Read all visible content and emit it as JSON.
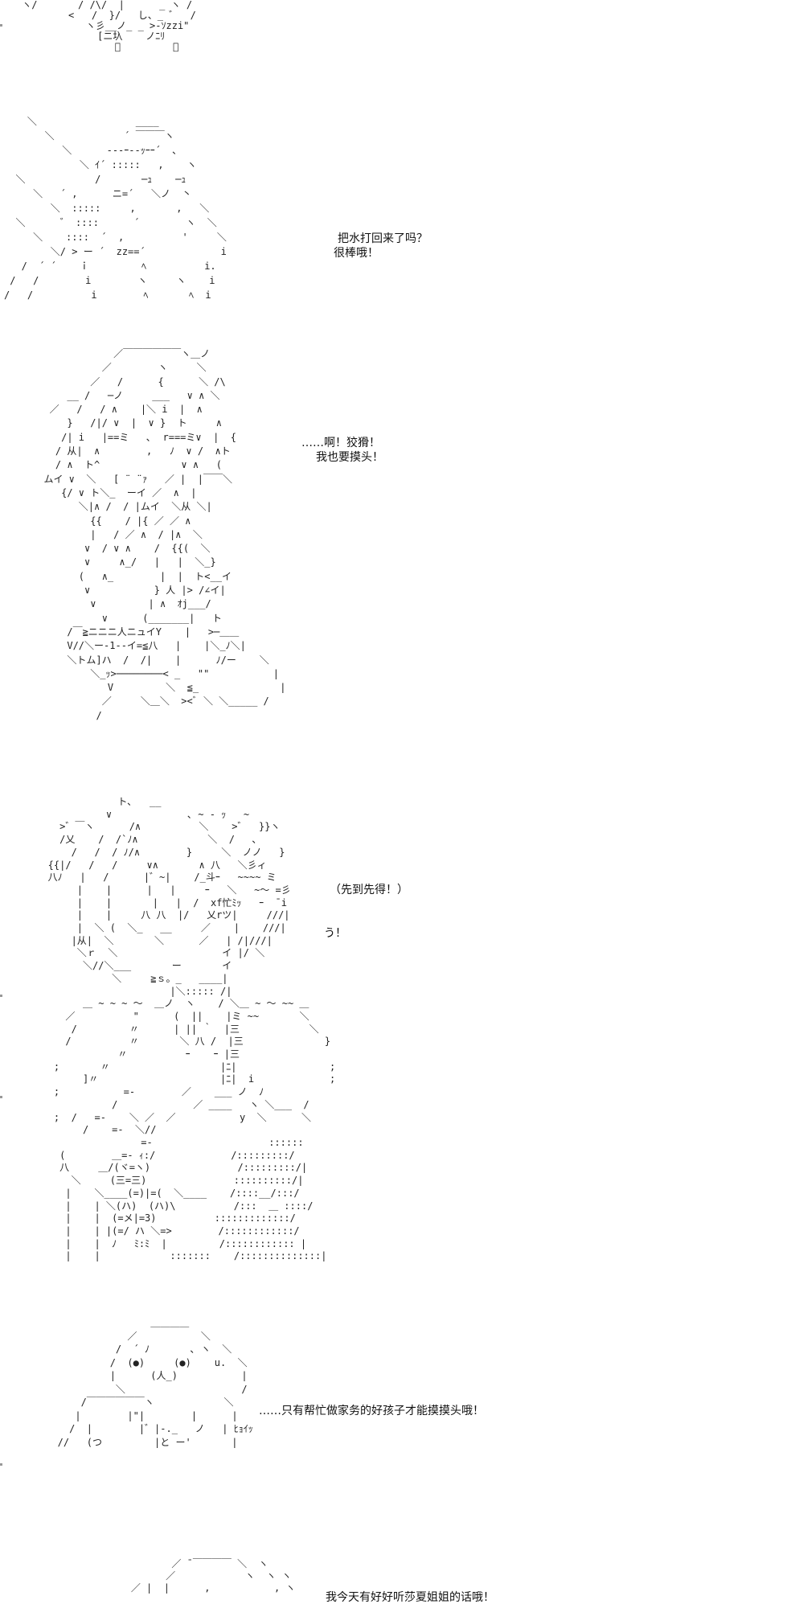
{
  "panels": [
    {
      "id": "panel-1",
      "art": " ヽ/       / /\\/  |      _ ヽ /\n         <   /  }/   し、_ ゛  /\n            ヽ彡__ノ_ _ >-ｿzzi\"\n              [ニ圦    ノﾆﾘ\n                 ﾟ         ﾟ"
    },
    {
      "id": "panel-2",
      "art": "    ＼                 ____\n       ＼            ´ ￣￣￣ヽ\n          ＼      ---ｰ--ｯｰｰ´  ､\n             ＼ ｲ´ :::::   ,    ヽ\n  ＼            /       ─ｭ    ─ｭ\n     ＼   ´ ,      ニ=´   ＼ノ  丶\n        ＼  :::::     ,       ,   ＼\n  ＼      ゛ ::::      ´        ヽ  ＼\n     ＼    ::::  ´  ,          '     ＼\n        ＼/ > ー ´  zz==´             i\n   /  ´ ´    ｉ         ﾍ          i.\n /   /        i        ヽ     ヽ    i\n/   /          i        ﾍ       ﾍ  i",
      "lines": [
        "把水打回来了吗？",
        "很棒哦！"
      ]
    },
    {
      "id": "panel-3",
      "art": "              ／￣￣￣￣￣￣ヽ＿ノ\n            ／        ヽ     ＼\n          ／   /      {      ＼ /\\\n      __ /   ─ノ     ___   ∨ ∧ ＼\n   ／   /   / ∧    |＼ i  |  ∧\n      }   /|/ ∨  |  ∨ }  ト     ∧\n     /| i   |==ミ   ､  r===ミ∨  |  {\n    / 从|  ∧        ,   ﾉ  ∨ /  ∧ト\n    / ∧  ト^              ∨ ∧   (\n  ムイ ∨  ＼   [ ¨ ¨ｧ   ／ |  |￣￣＼\n     {/ ∨ ト＼_  ーイ ／  ∧  |\n        ＼|∧ /  / |ムイ  ＼从 ＼|\n          {{    / |{ ／ ／ ∧\n          |   / ／ ∧  / |∧  ＼\n         ∨  / ∨ ∧    /  {{(  ＼\n         ∨     ∧_/   |   |  ＼_}\n        (   ∧_        |  |  ト<__イ\n         ∨           } 人 |> /∠イ|\n          ∨         | ∧  ｵj___/\n            ∨      (_______|   ト\n      /￣≧ニニニ人ニュイY    |   >─＿＿\n      V//＼ー-1--イ=≦八   |    |＼_ﾉ＼|\n      ＼トム]ハ  /  /|    |      ﾉ/ー    ＼\n          ＼_ｯ>────────< _   \"\"           |\n             V         ＼  ≦_              |\n            ／     ＼＿＼  ><ﾞ ＼ ＼_____ /\n           /",
      "lines": [
        "……啊！狡猾！",
        "我也要摸头！"
      ]
    },
    {
      "id": "panel-4",
      "art": "               ト､   __\n             ∨             ､ ~ - ｯ   ~\n     >゛￣ヽ      /∧          ＼    >゛  }}ヽ\n     /乂    /  /`ﾉ∧            ＼  /   ､\n       /   /  / ﾉ/∧        }     ＼  ノノ   }\n   {{|/   /   /     ∨∧       ∧ 八   ＼彡ィ\n   八ﾉ   |   /      |゛~|    /_斗ｰ   ~~~~ ミ\n        |    |      |   |     ｰ   ＼   ~～ =彡\n        |    |       |   |  /  xf忙ﾐｯ   ｰ  ̄ i\n        |    |     八 八  |/   乂rツ|     ///|\n        |  ＼ (  ＼_   __     ／    |    ///|\n       |从|  ＼       ＼      ／   | /|///|\n        ＼ｒ  ＼                  イ |/ ＼\n         ＼//＼___       ー       イ\n              ＼     ≧ｓ。_   ____|\n                        |＼::::: /|\n         ＿ ~ ~ ~ ～  ＿ノ  ヽ    / ＼＿ ~ ～ ~~ ＿\n      ／          \"      (  ||    |ミ ~~       ＼\n       /         〃      | || ｀  |三            ＼\n      /          〃       ＼ 八 /  |三              }\n               〃          ｰ    ｰ |三\n    ;       〃                   |ﾆ|                ;\n         ]〃                     |ﾆ|  i             ;\n    ;           =-        ／    ___ ノ  ﾉ\n              /             ／ ____   ヽ ＼___  /\n    ;  /   =-    ＼ ／  ／           y  ＼      ＼\n         /    =-  ＼//\n                   =-                    ::::::\n     (        ＿=- ｨ:/             /:::::::::/\n     八     ＿/(ヾ=ヽ)               /:::::::::/|\n       ＼     (三=三)               ::::::::::/|\n      |    ＼____(=)|=(  ＼____    /::::__/:::/\n      |    | ＼(ハ)  (ハ)\\          /:::  ＿ ::::/\n      |    |  (=メ|=3)          :::::::::::::/\n      |    | |(=/ ハ ＼=>        /::::::::::::/\n      |    |  ﾉ   ﾐ:ﾐ  |         /:::::::::::: |\n      |    |            :::::::    /::::::::::::::|",
      "lines": [
        "（先到先得！）",
        "",
        "う！"
      ]
    },
    {
      "id": "panel-5",
      "art": "                   ＿＿＿＿\n               ／           ＼\n             /  ´ ﾉ       ､ ヽ  ＼\n            /  (●)     (●)    u.  ＼\n            |      (人_)           |\n             ＼                    /\n       /￣￣￣￣￣￣ヽ            ＼\n      |        |\"|        |      |\n     /  |        |゛|-._   ノ   | ﾋｮｲｯ\n   //   (つ         |と ー'       |",
      "lines": [
        "……只有帮忙做家务的好孩子才能摸摸头哦！"
      ]
    },
    {
      "id": "panel-6",
      "art": "                        ／ ̄ ￣￣￣￣ ＼  ヽ\n                       ／            ヽ  ヽ ヽ\n                 ／ |  |      ,           , ヽ",
      "lines": [
        "我今天有好好听莎夏姐姐的话哦！"
      ]
    }
  ]
}
